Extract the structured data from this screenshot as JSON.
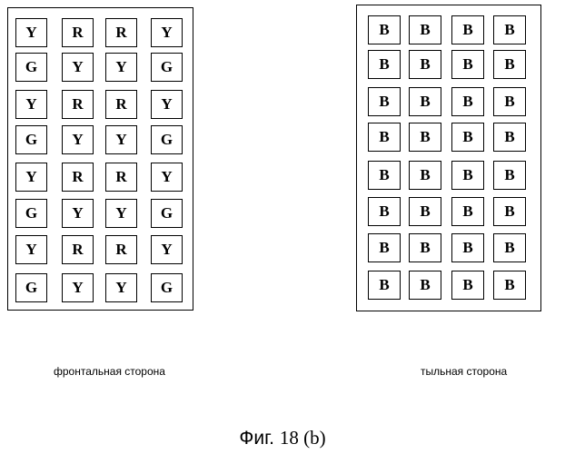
{
  "front_side": {
    "caption": "фронтальная сторона",
    "grid": [
      [
        "Y",
        "R",
        "R",
        "Y"
      ],
      [
        "G",
        "Y",
        "Y",
        "G"
      ],
      [
        "Y",
        "R",
        "R",
        "Y"
      ],
      [
        "G",
        "Y",
        "Y",
        "G"
      ],
      [
        "Y",
        "R",
        "R",
        "Y"
      ],
      [
        "G",
        "Y",
        "Y",
        "G"
      ],
      [
        "Y",
        "R",
        "R",
        "Y"
      ],
      [
        "G",
        "Y",
        "Y",
        "G"
      ]
    ]
  },
  "back_side": {
    "caption": "тыльная сторона",
    "grid": [
      [
        "B",
        "B",
        "B",
        "B"
      ],
      [
        "B",
        "B",
        "B",
        "B"
      ],
      [
        "B",
        "B",
        "B",
        "B"
      ],
      [
        "B",
        "B",
        "B",
        "B"
      ],
      [
        "B",
        "B",
        "B",
        "B"
      ],
      [
        "B",
        "B",
        "B",
        "B"
      ],
      [
        "B",
        "B",
        "B",
        "B"
      ],
      [
        "B",
        "B",
        "B",
        "B"
      ]
    ]
  },
  "figure": {
    "label": "Фиг.",
    "number": "18 (b)"
  }
}
